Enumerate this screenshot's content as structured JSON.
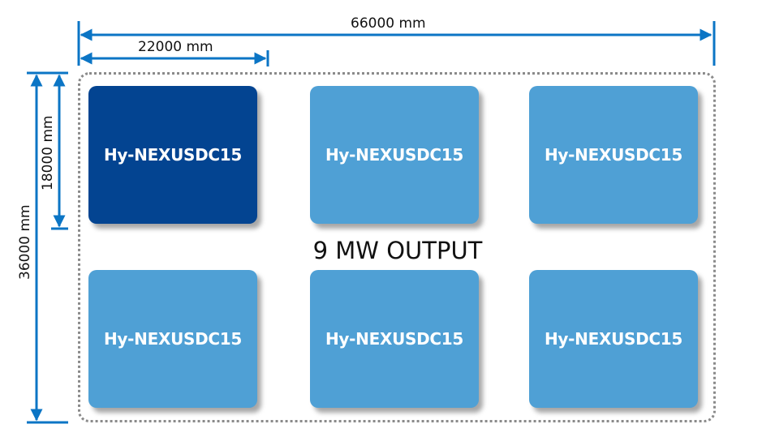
{
  "dimensions": {
    "total_width": "66000 mm",
    "unit_width": "22000 mm",
    "total_height": "36000 mm",
    "unit_height": "18000 mm"
  },
  "output_label": "9 MW OUTPUT",
  "units": [
    {
      "label": "Hy-NEXUSDC15",
      "highlighted": true
    },
    {
      "label": "Hy-NEXUSDC15",
      "highlighted": false
    },
    {
      "label": "Hy-NEXUSDC15",
      "highlighted": false
    },
    {
      "label": "Hy-NEXUSDC15",
      "highlighted": false
    },
    {
      "label": "Hy-NEXUSDC15",
      "highlighted": false
    },
    {
      "label": "Hy-NEXUSDC15",
      "highlighted": false
    }
  ],
  "colors": {
    "highlight": "#034491",
    "unit": "#4fa0d5",
    "dimension": "#0b75c5",
    "frame": "#8a8a8a"
  }
}
